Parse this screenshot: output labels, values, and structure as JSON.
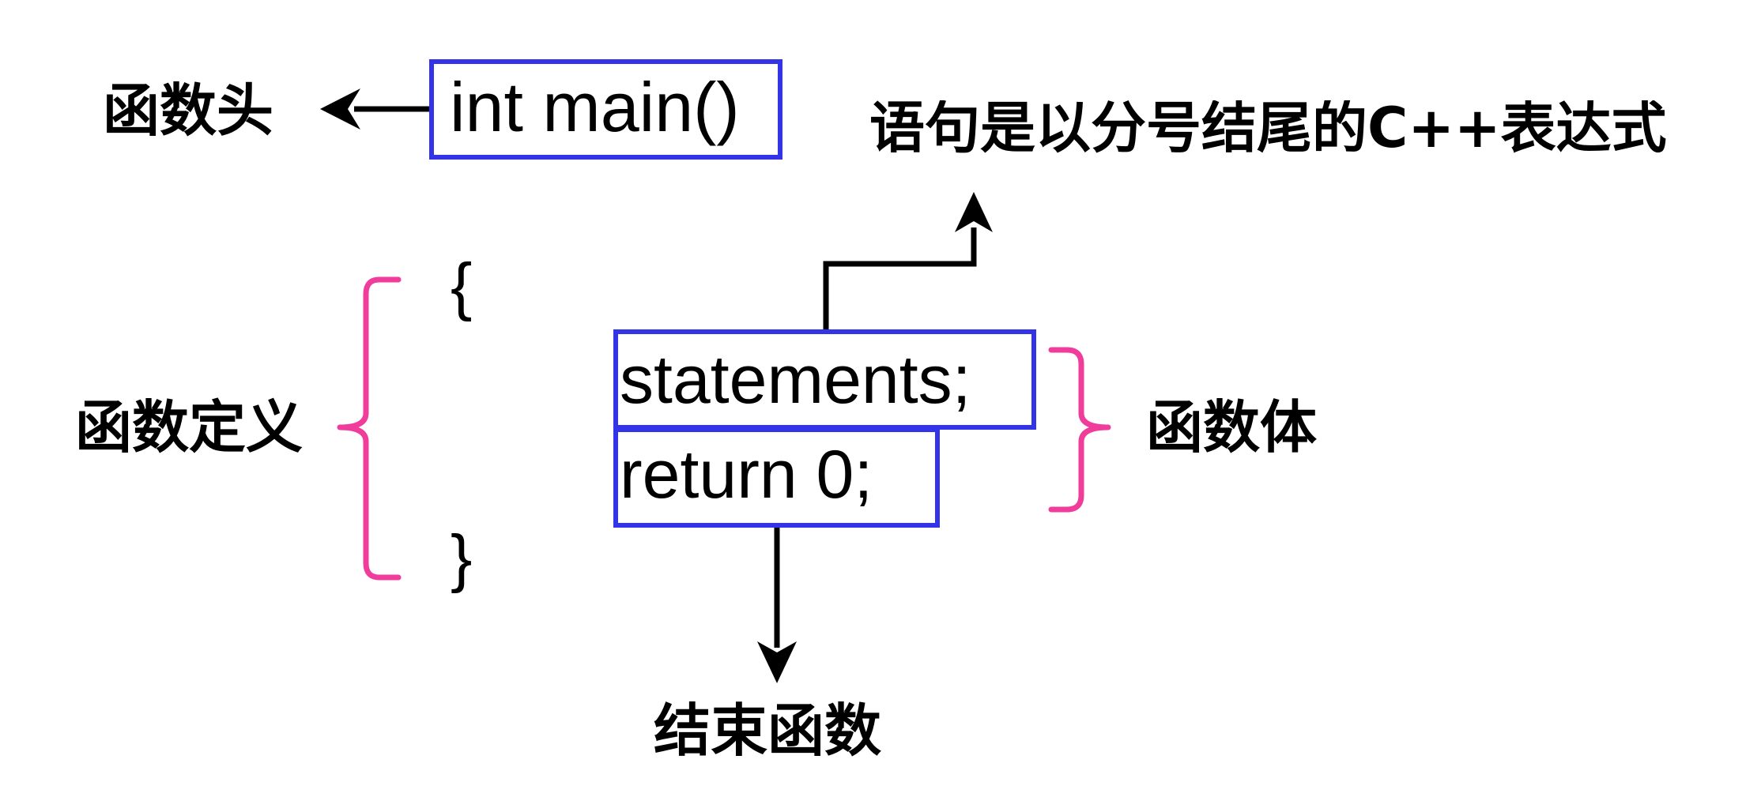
{
  "colors": {
    "box_border": "#3333e8",
    "brace_pink": "#f03c9a",
    "arrow": "#000000",
    "text": "#000000"
  },
  "labels": {
    "function_head": "函数头",
    "statement_def": "语句是以分号结尾的C++表达式",
    "function_definition": "函数定义",
    "function_body": "函数体",
    "end_function": "结束函数"
  },
  "code": {
    "header": "int main()",
    "open_brace": "{",
    "statements": "statements;",
    "return_stmt": "return 0;",
    "close_brace": "}"
  }
}
